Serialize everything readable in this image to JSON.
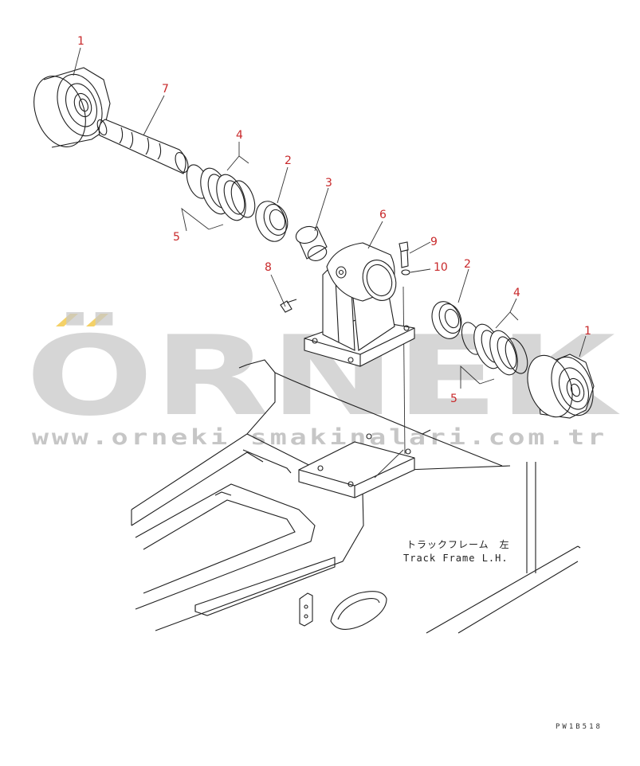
{
  "diagram": {
    "callouts": [
      {
        "id": "c1a",
        "text": "1"
      },
      {
        "id": "c7",
        "text": "7"
      },
      {
        "id": "c4a",
        "text": "4"
      },
      {
        "id": "c2a",
        "text": "2"
      },
      {
        "id": "c3",
        "text": "3"
      },
      {
        "id": "c5a",
        "text": "5"
      },
      {
        "id": "c6",
        "text": "6"
      },
      {
        "id": "c9",
        "text": "9"
      },
      {
        "id": "c10",
        "text": "10"
      },
      {
        "id": "c8",
        "text": "8"
      },
      {
        "id": "c2b",
        "text": "2"
      },
      {
        "id": "c4b",
        "text": "4"
      },
      {
        "id": "c1b",
        "text": "1"
      },
      {
        "id": "c5b",
        "text": "5"
      }
    ],
    "frame_label_jp": "トラックフレーム　左",
    "frame_label_en": "Track Frame L.H.",
    "drawing_code": "PW1B518"
  },
  "watermark": {
    "brand": "ÖRNEK",
    "url": "www.orneki smakinalari.com.tr",
    "accent_color": "#f2c94c"
  }
}
